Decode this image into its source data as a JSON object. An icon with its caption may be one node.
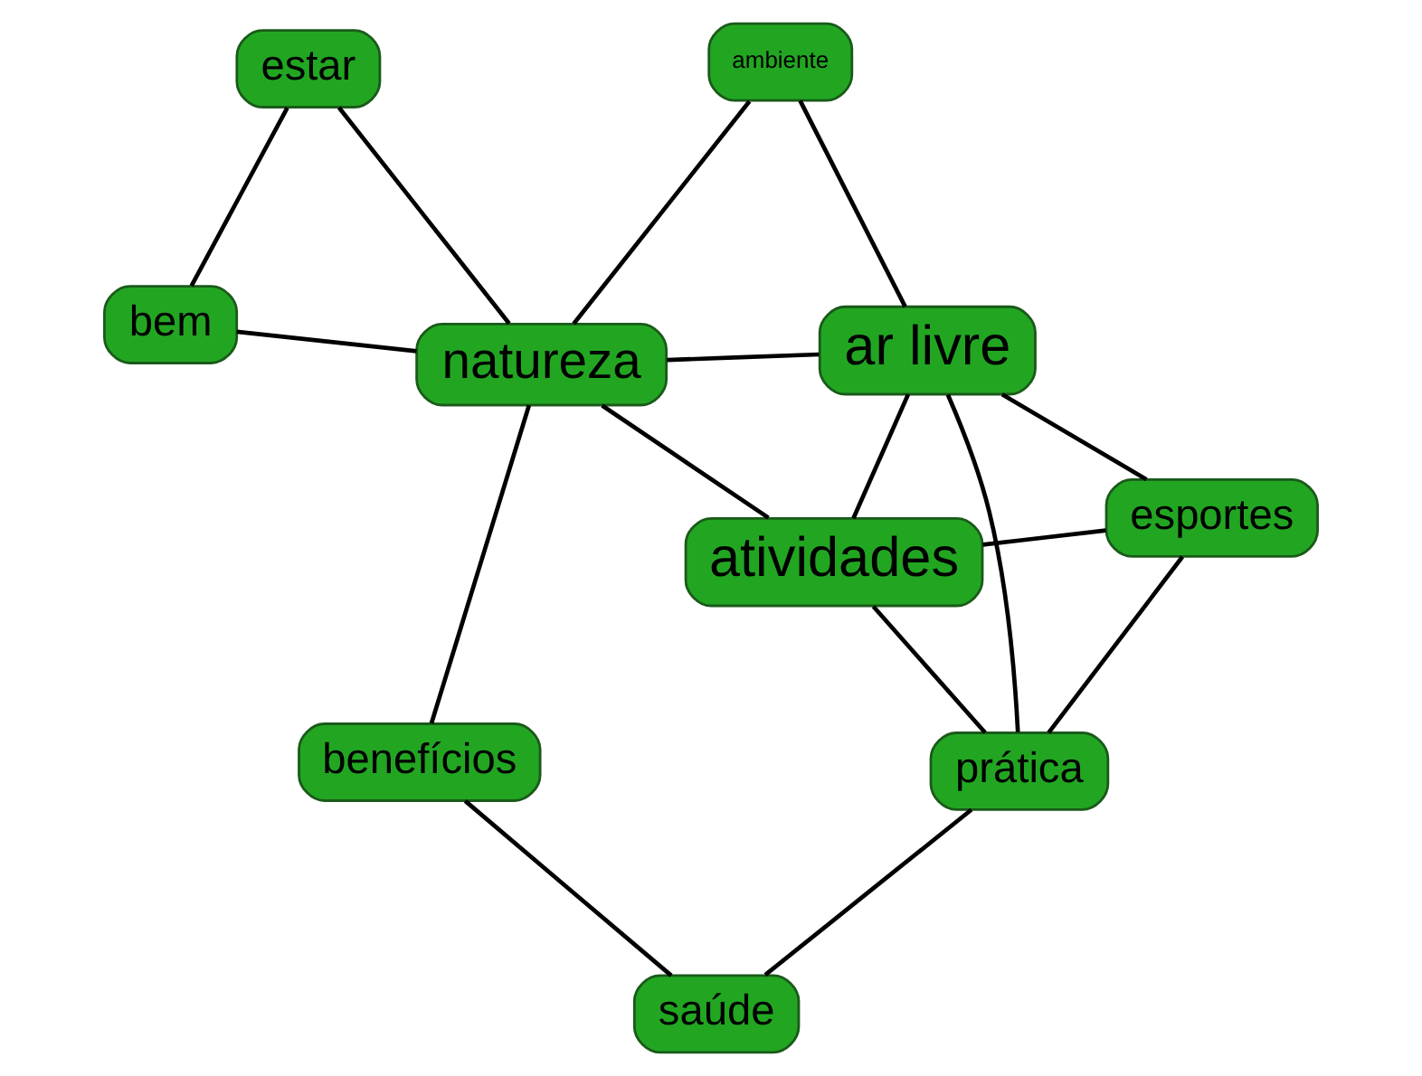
{
  "diagram": {
    "nodes": [
      {
        "text": [
          "benefícios"
        ]
      },
      {
        "text": [
          "ar livre"
        ]
      },
      {
        "text": [
          "bem"
        ]
      },
      {
        "text": [
          "natureza"
        ]
      },
      {
        "text": [
          "ambiente"
        ]
      },
      {
        "text": [
          "atividades"
        ]
      },
      {
        "text": [
          "prática"
        ]
      },
      {
        "text": [
          "saúde"
        ]
      },
      {
        "text": [
          "estar"
        ]
      },
      {
        "text": [
          "esportes"
        ]
      }
    ],
    "edges": [
      {
        "from": 0,
        "to": 3,
        "arrow": "none"
      },
      {
        "from": 0,
        "to": 7,
        "arrow": "none"
      },
      {
        "from": 1,
        "to": 5,
        "arrow": "none"
      },
      {
        "from": 1,
        "to": 3,
        "arrow": "none"
      },
      {
        "from": 1,
        "to": 6,
        "arrow": "none"
      },
      {
        "from": 1,
        "to": 9,
        "arrow": "none"
      },
      {
        "from": 1,
        "to": 4,
        "arrow": "none"
      },
      {
        "from": 2,
        "to": 3,
        "arrow": "none"
      },
      {
        "from": 2,
        "to": 8,
        "arrow": "none"
      },
      {
        "from": 3,
        "to": 5,
        "arrow": "none"
      },
      {
        "from": 3,
        "to": 4,
        "arrow": "none"
      },
      {
        "from": 3,
        "to": 8,
        "arrow": "none"
      },
      {
        "from": 5,
        "to": 6,
        "arrow": "none"
      },
      {
        "from": 5,
        "to": 9,
        "arrow": "none"
      },
      {
        "from": 6,
        "to": 7,
        "arrow": "none"
      },
      {
        "from": 6,
        "to": 9,
        "arrow": "none"
      }
    ]
  }
}
